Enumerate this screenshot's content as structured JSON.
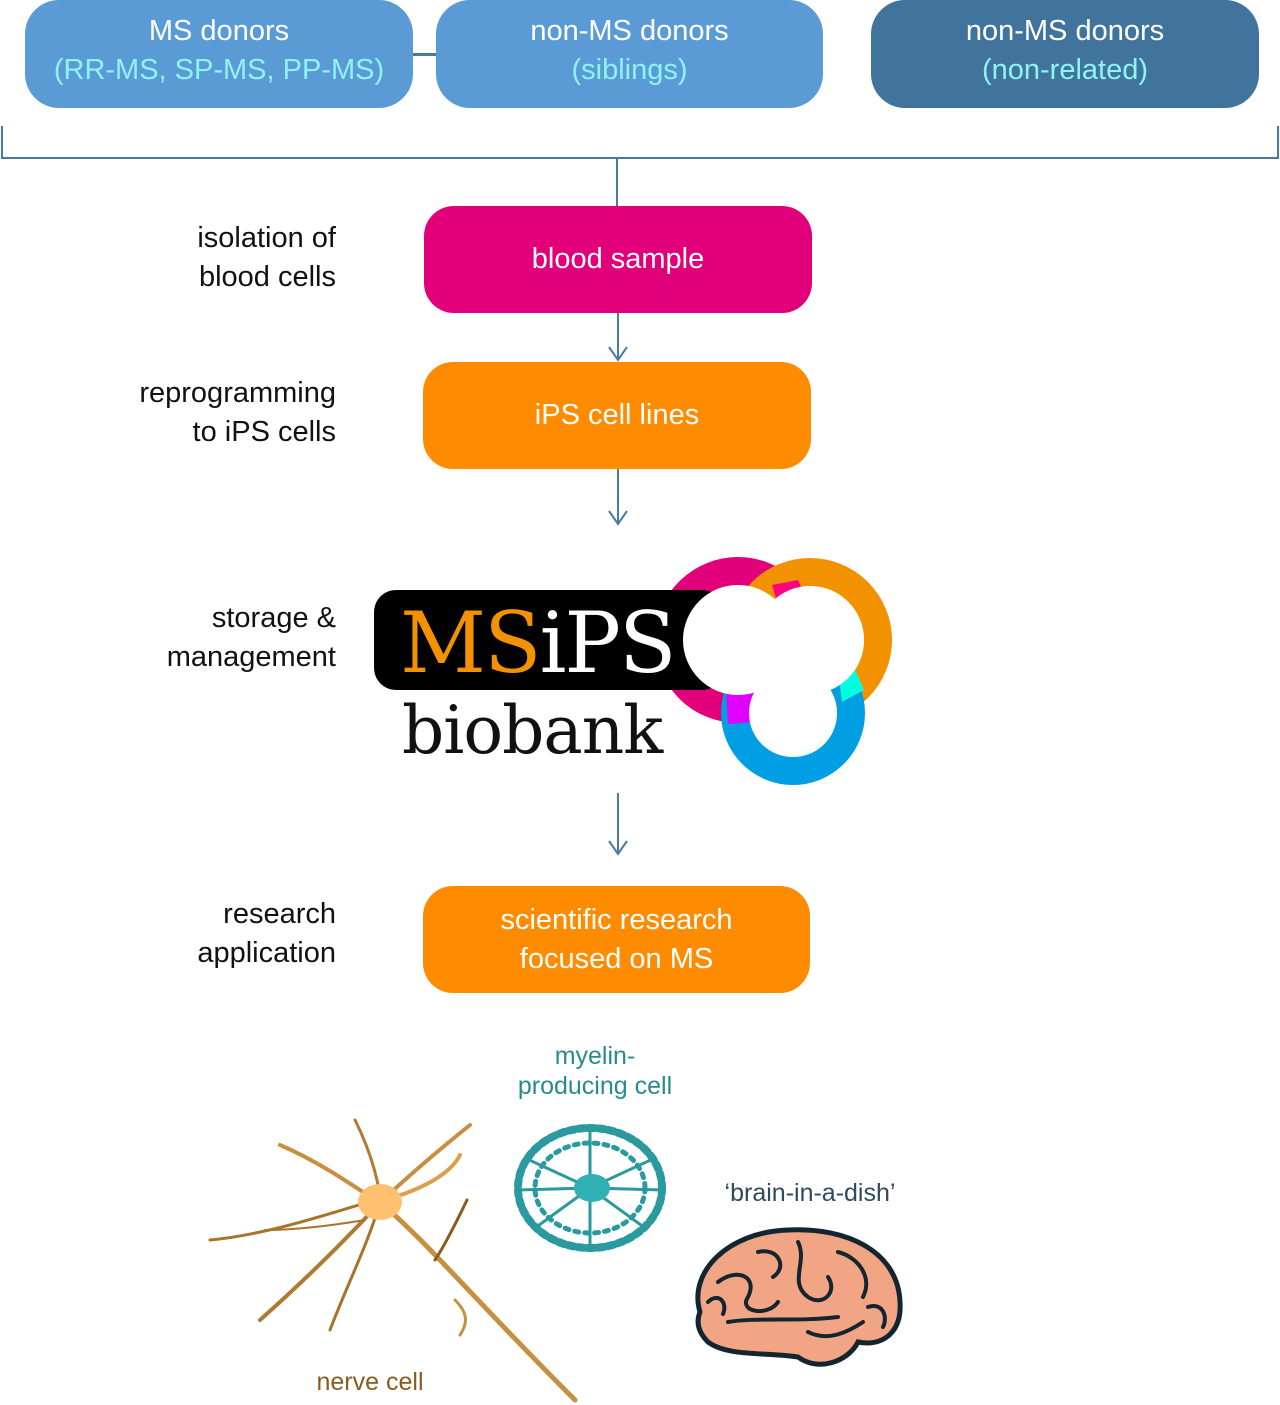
{
  "colors": {
    "donor_light": "#5b9bd5",
    "donor_dark": "#41749c",
    "donor_subtext": "#8ef3f5",
    "connector": "#4a7aa3",
    "blood": "#e2007a",
    "ips": "#ff8c00",
    "nerve_text": "#8a5a1e",
    "myelin_text": "#2a8a8e",
    "brain_text": "#2e4a5e"
  },
  "donors": [
    {
      "title": "MS donors",
      "subtitle": "(RR-MS, SP-MS, PP-MS)"
    },
    {
      "title": "non-MS donors",
      "subtitle": "(siblings)"
    },
    {
      "title": "non-MS donors",
      "subtitle": "(non-related)"
    }
  ],
  "steps": [
    {
      "label_line1": "isolation of",
      "label_line2": "blood cells",
      "box_line1": "blood sample",
      "box_line2": ""
    },
    {
      "label_line1": "reprogramming",
      "label_line2": "to iPS cells",
      "box_line1": "iPS cell lines",
      "box_line2": ""
    },
    {
      "label_line1": "storage &",
      "label_line2": "management"
    },
    {
      "label_line1": "research",
      "label_line2": "application",
      "box_line1": "scientific research",
      "box_line2": "focused on MS"
    }
  ],
  "logo": {
    "ms": "MS",
    "ips": "iPS",
    "biobank": "biobank",
    "ring_colors": [
      "#e2007a",
      "#f39200",
      "#009fe3",
      "#ff0080",
      "#00ffe0",
      "#e100ff"
    ]
  },
  "illustrations": {
    "myelin_line1": "myelin-",
    "myelin_line2": "producing cell",
    "brain": "‘brain-in-a-dish’",
    "nerve": "nerve cell"
  }
}
